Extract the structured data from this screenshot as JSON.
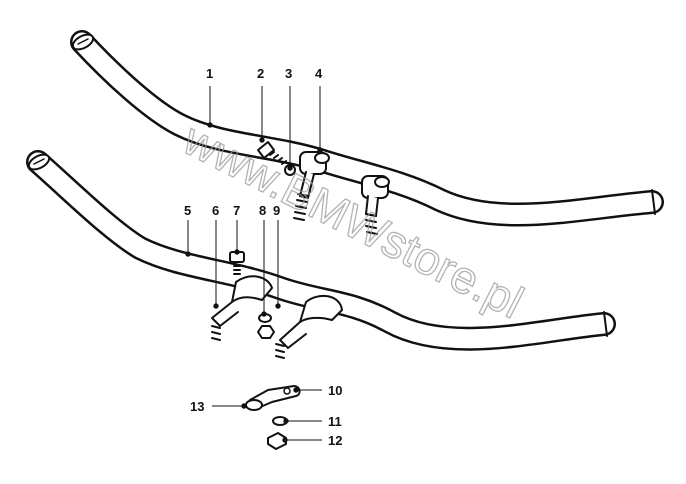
{
  "diagram": {
    "watermark": "www.BMWstore.pl",
    "callouts": [
      "1",
      "2",
      "3",
      "4",
      "5",
      "6",
      "7",
      "8",
      "9",
      "10",
      "11",
      "12",
      "13"
    ]
  },
  "colors": {
    "ink": "#111111",
    "paper": "#ffffff",
    "watermark": "#9a9a9a"
  }
}
